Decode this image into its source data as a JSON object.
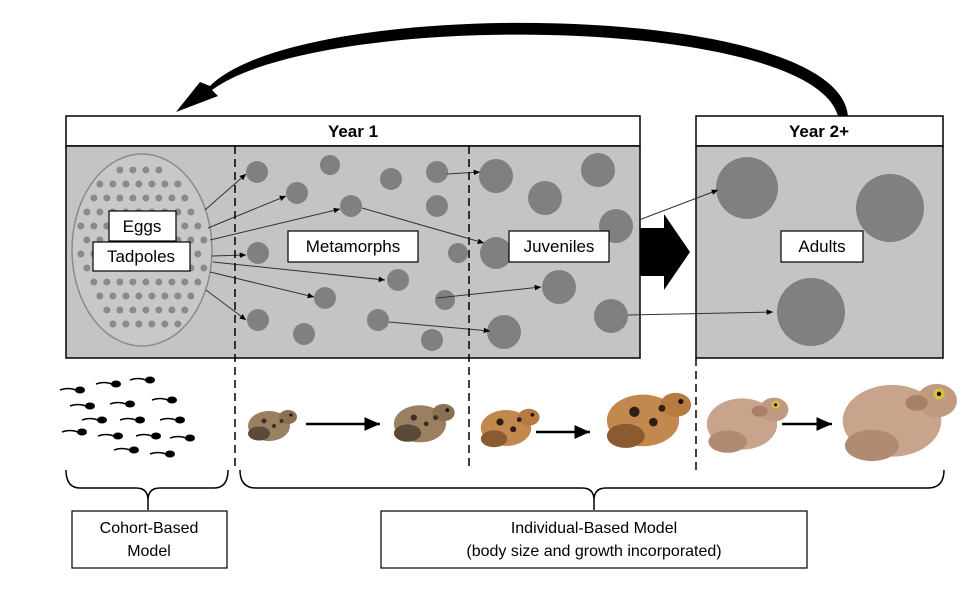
{
  "diagram": {
    "year1_label": "Year 1",
    "year2_label": "Year 2+",
    "eggs_label": "Eggs",
    "tadpoles_label": "Tadpoles",
    "metamorphs_label": "Metamorphs",
    "juveniles_label": "Juveniles",
    "adults_label": "Adults",
    "cohort_model_line1": "Cohort-Based",
    "cohort_model_line2": "Model",
    "individual_model_line1": "Individual-Based Model",
    "individual_model_line2": "(body size and growth incorporated)"
  },
  "colors": {
    "panel_fill": "#c4c4c4",
    "circle_fill": "#808080",
    "line": "#000000",
    "toad_juvenile": "#c2884e",
    "toad_adult": "#c9a48c"
  },
  "icons": [
    "tadpole-icon",
    "metamorph-toad-icon",
    "juvenile-toad-icon",
    "adult-toad-icon",
    "cycle-arrow-icon",
    "stage-arrow-icon"
  ]
}
